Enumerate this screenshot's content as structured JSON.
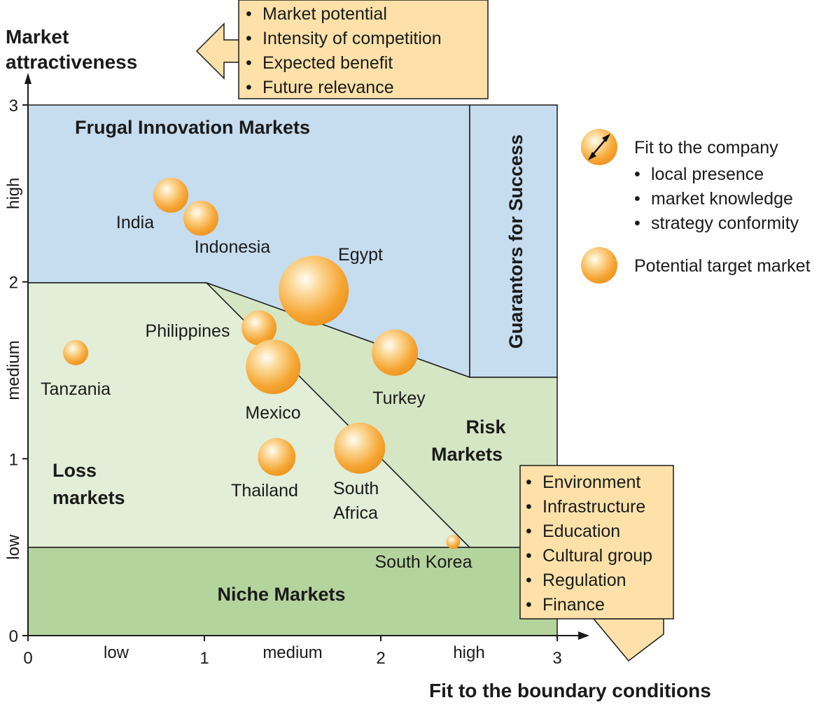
{
  "chart_data": {
    "type": "scatter",
    "xlabel": "Fit to the boundary conditions",
    "ylabel_line1": "Market",
    "ylabel_line2": "attractiveness",
    "xlim": [
      0,
      3
    ],
    "ylim": [
      0,
      3
    ],
    "x_ticks": [
      "0",
      "1",
      "2",
      "3"
    ],
    "y_ticks": [
      "0",
      "1",
      "2",
      "3"
    ],
    "x_levels": [
      "low",
      "medium",
      "high"
    ],
    "y_levels": [
      "low",
      "medium",
      "high"
    ],
    "regions": {
      "frugal": "Frugal Innovation Markets",
      "guarantors": "Guarantors for Success",
      "loss_line1": "Loss",
      "loss_line2": "markets",
      "risk_line1": "Risk",
      "risk_line2": "Markets",
      "niche": "Niche Markets"
    },
    "points": [
      {
        "name": "India",
        "x": 0.81,
        "y": 2.49,
        "size": 1.0
      },
      {
        "name": "Indonesia",
        "x": 0.98,
        "y": 2.36,
        "size": 1.0
      },
      {
        "name": "Egypt",
        "x": 1.62,
        "y": 1.95,
        "size": 2.0
      },
      {
        "name": "Philippines",
        "x": 1.31,
        "y": 1.74,
        "size": 1.0
      },
      {
        "name": "Tanzania",
        "x": 0.27,
        "y": 1.6,
        "size": 0.72
      },
      {
        "name": "Turkey",
        "x": 2.08,
        "y": 1.6,
        "size": 1.32
      },
      {
        "name": "Mexico",
        "x": 1.39,
        "y": 1.52,
        "size": 1.56
      },
      {
        "name": "Thailand",
        "x": 1.41,
        "y": 1.01,
        "size": 1.08
      },
      {
        "name": "South Africa",
        "x": 1.88,
        "y": 1.06,
        "size": 1.46
      },
      {
        "name": "South Korea",
        "x": 2.41,
        "y": 0.53,
        "size": 0.4
      }
    ],
    "y_criteria": [
      "Market potential",
      "Intensity of competition",
      "Expected benefit",
      "Future relevance"
    ],
    "x_criteria": [
      "Environment",
      "Infrastructure",
      "Education",
      "Cultural group",
      "Regulation",
      "Finance"
    ],
    "legend": {
      "size_label": "Fit to the company",
      "size_items": [
        "local presence",
        "market knowledge",
        "strategy conformity"
      ],
      "bubble_label": "Potential target market"
    },
    "colors": {
      "frugal": "#c6dcef",
      "guarantors": "#c6dcef",
      "loss": "#e2eed8",
      "risk": "#d5e6c4",
      "niche": "#b4d49d",
      "box": "#fde1a9",
      "bubble": "#f6a532"
    }
  }
}
